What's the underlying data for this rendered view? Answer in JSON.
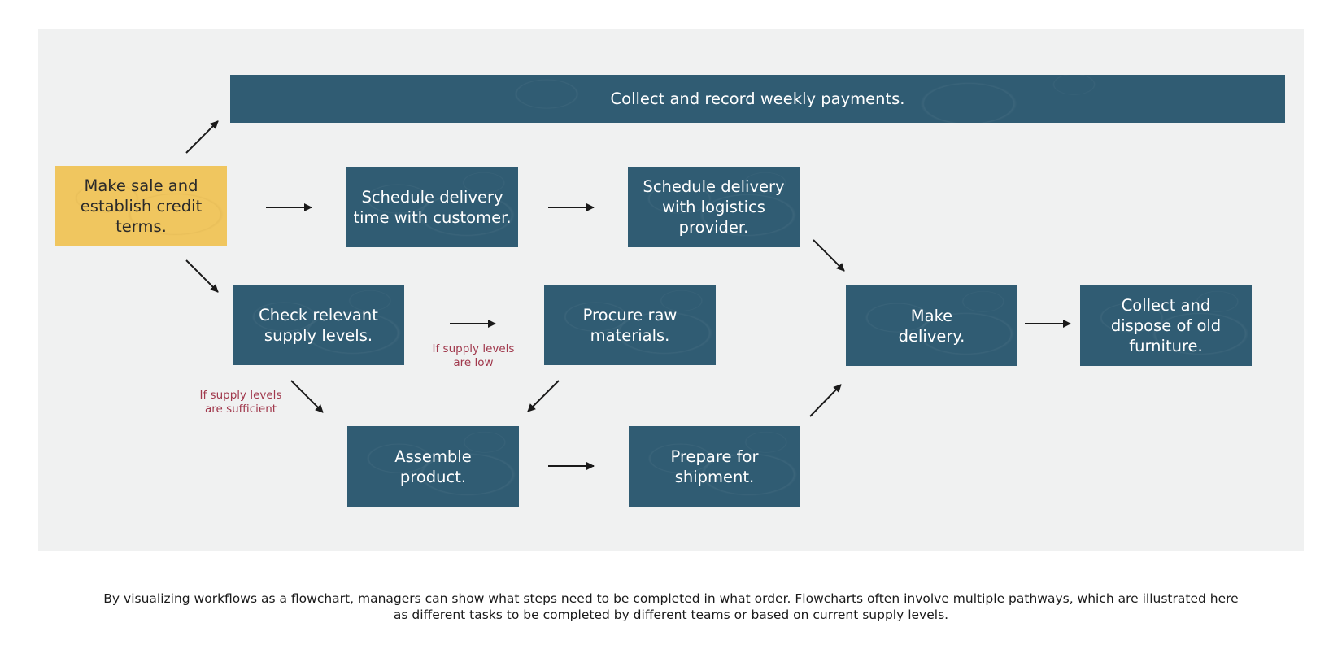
{
  "nodes": {
    "make_sale": "Make sale and\nestablish credit\nterms.",
    "collect_payments": "Collect and record weekly payments.",
    "schedule_customer": "Schedule delivery\ntime with customer.",
    "schedule_logistics": "Schedule delivery\nwith logistics\nprovider.",
    "check_supply": "Check relevant\nsupply levels.",
    "procure": "Procure raw\nmaterials.",
    "make_delivery": "Make\ndelivery.",
    "collect_dispose": "Collect and\ndispose of old\nfurniture.",
    "assemble": "Assemble\nproduct.",
    "prepare": "Prepare for\nshipment."
  },
  "conditions": {
    "low": "If supply levels\nare low",
    "sufficient": "If supply levels\nare sufficient"
  },
  "caption": "By visualizing workflows as a flowchart, managers can show what steps need to be completed in what order. Flowcharts often involve multiple pathways, which are illustrated here\nas different tasks to be completed by different teams or based on current supply levels.",
  "colors": {
    "box_blue": "#305c73",
    "box_yellow": "#f0c65f",
    "condition_text": "#a0384c",
    "panel": "#f0f1f1",
    "arrow": "#1a1a1a"
  }
}
